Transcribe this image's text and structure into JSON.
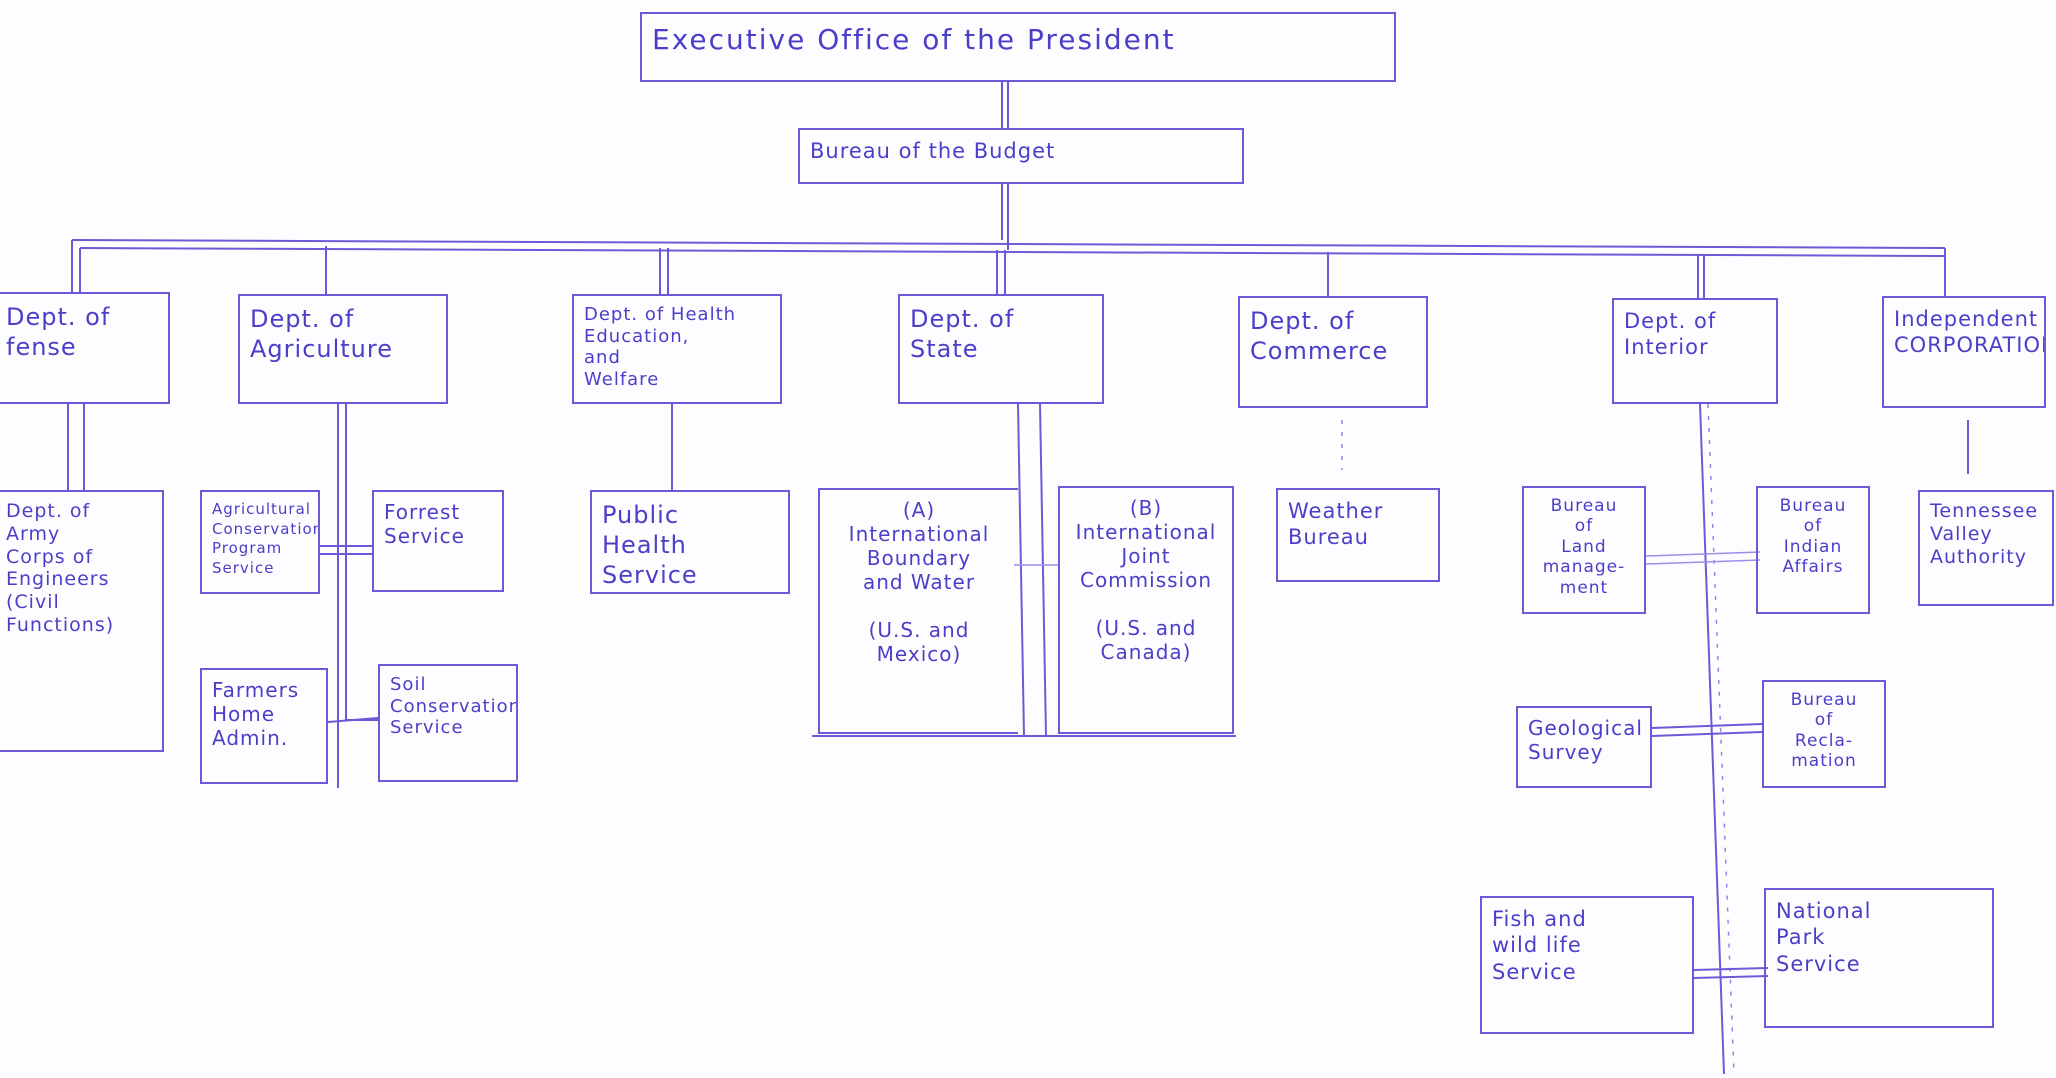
{
  "org_chart": {
    "executive_office": "Executive Office of the President",
    "bureau_of_budget": "Bureau of the Budget",
    "departments": {
      "defense": "Dept. of\nfense",
      "agriculture": "Dept. of\nAgriculture",
      "hew": "Dept. of Health\nEducation,\nand\nWelfare",
      "state": "Dept. of\nState",
      "commerce": "Dept. of\nCommerce",
      "interior": "Dept. of\nInterior",
      "independent": "Independent\nCORPORATION"
    },
    "sub_units": {
      "army_corps": "Dept. of\nArmy\nCorps of\nEngineers\n(Civil\nFunctions)",
      "agri_conservation": "Agricultural\nConservation\nProgram\nService",
      "forrest_service": "Forrest\nService",
      "farmers_home": "Farmers\nHome\nAdmin.",
      "soil_conservation": "Soil\nConservation\nService",
      "public_health": "Public\nHealth\nService",
      "intl_boundary": "(A)\nInternational\nBoundary\nand Water\n\n(U.S. and\nMexico)",
      "intl_joint": "(B)\nInternational\nJoint\nCommission\n\n(U.S. and\nCanada)",
      "weather_bureau": "Weather\nBureau",
      "land_management": "Bureau\nof\nLand\nmanage-\nment",
      "indian_affairs": "Bureau\nof\nIndian\nAffairs",
      "geological_survey": "Geological\nSurvey",
      "reclamation": "Bureau\nof\nRecla-\nmation",
      "fish_wildlife": "Fish and\nwild life\nService",
      "national_park": "National\nPark\nService",
      "tva": "Tennessee\nValley\nAuthority"
    }
  }
}
